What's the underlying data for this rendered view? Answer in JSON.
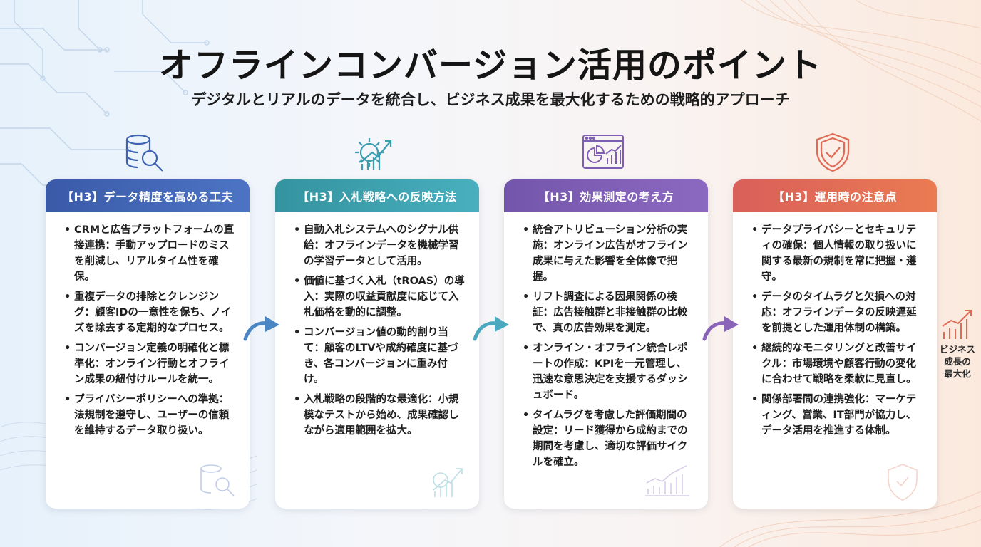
{
  "title": "オフラインコンバージョン活用のポイント",
  "subtitle": "デジタルとリアルのデータを統合し、ビジネス成果を最大化するための戦略的アプローチ",
  "colors": {
    "card1": "#3f63b3",
    "card2": "#3b9db0",
    "card3": "#7e5db3",
    "card4": "#e06a55"
  },
  "cards": [
    {
      "icon": "database-search-icon",
      "header": "【H3】データ精度を高める工夫",
      "items": [
        "CRMと広告プラットフォームの直接連携：手動アップロードのミスを削減し、リアルタイム性を確保。",
        "重複データの排除とクレンジング：顧客IDの一意性を保ち、ノイズを除去する定期的なプロセス。",
        "コンバージョン定義の明確化と標準化：オンライン行動とオフライン成果の紐付けルールを統一。",
        "プライバシーポリシーへの準拠：法規制を遵守し、ユーザーの信頼を維持するデータ取り扱い。"
      ]
    },
    {
      "icon": "gear-growth-chart-icon",
      "header": "【H3】入札戦略への反映方法",
      "items": [
        "自動入札システムへのシグナル供給：オフラインデータを機械学習の学習データとして活用。",
        "価値に基づく入札（tROAS）の導入：実際の収益貢献度に応じて入札価格を動的に調整。",
        "コンバージョン値の動的割り当て：顧客のLTVや成約確度に基づき、各コンバージョンに重み付け。",
        "入札戦略の段階的な最適化：小規模なテストから始め、成果確認しながら適用範囲を拡大。"
      ]
    },
    {
      "icon": "analytics-dashboard-icon",
      "header": "【H3】効果測定の考え方",
      "items": [
        "統合アトリビューション分析の実施：オンライン広告がオフライン成果に与えた影響を全体像で把握。",
        "リフト調査による因果関係の検証：広告接触群と非接触群の比較で、真の広告効果を測定。",
        "オンライン・オフライン統合レポートの作成：KPIを一元管理し、迅速な意思決定を支援するダッシュボード。",
        "タイムラグを考慮した評価期間の設定：リード獲得から成約までの期間を考慮し、適切な評価サイクルを確立。"
      ]
    },
    {
      "icon": "shield-check-icon",
      "header": "【H3】運用時の注意点",
      "items": [
        "データプライバシーとセキュリティの確保：個人情報の取り扱いに関する最新の規制を常に把握・遵守。",
        "データのタイムラグと欠損への対応：オフラインデータの反映遅延を前提とした運用体制の構築。",
        "継続的なモニタリングと改善サイクル：市場環境や顧客行動の変化に合わせて戦略を柔軟に見直し。",
        "関係部署間の連携強化：マーケティング、営業、IT部門が協力し、データ活用を推進する体制。"
      ]
    }
  ],
  "side_label": "ビジネス\n成長の\n最大化"
}
